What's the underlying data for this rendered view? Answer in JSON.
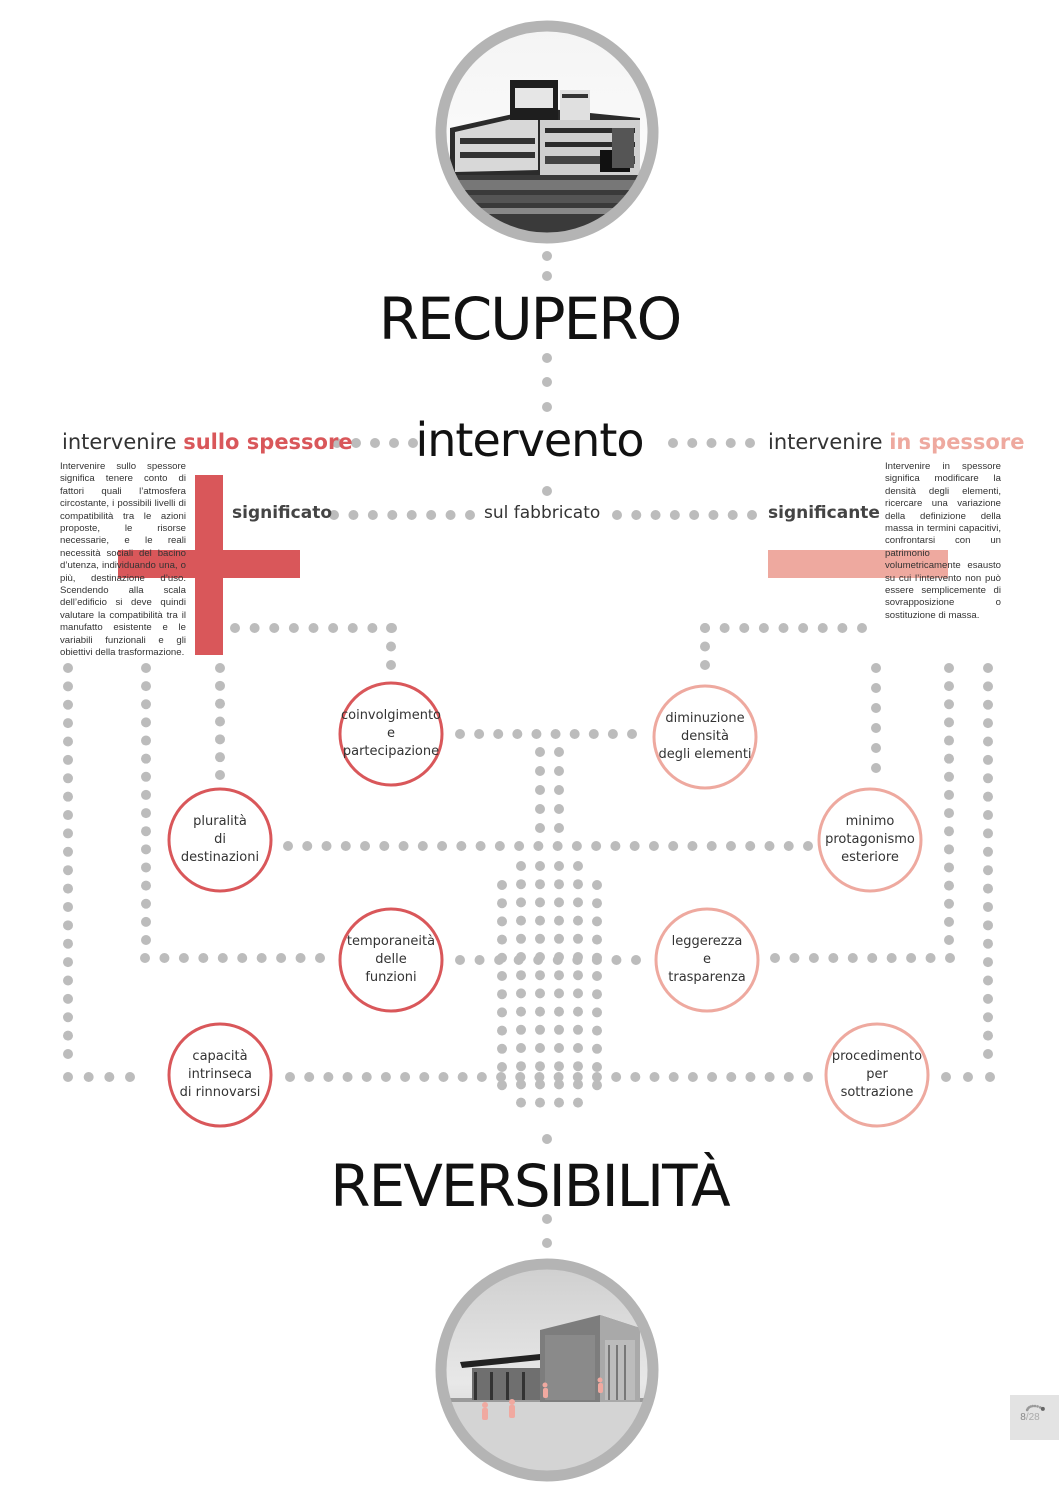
{
  "titles": {
    "recupero": "RECUPERO",
    "intervento": "intervento",
    "reversibilita": "REVERSIBILITÀ"
  },
  "left": {
    "heading_plain": "intervenire ",
    "heading_accent": "sullo spessore",
    "label": "significato",
    "text": "Intervenire sullo spessore significa tenere conto di fattori quali l’atmosfera circostante, i possibili livelli di compatibilità tra le azioni proposte, le risorse necessarie, e le reali necessità sociali del bacino d’utenza, individuando una, o più, destinazione d’uso. Scendendo alla scala dell’edificio si deve quindi valutare la compatibilità tra il manufatto esistente e le variabili funzionali e gli obiettivi della trasformazione.",
    "color": "#d9575a"
  },
  "center": {
    "label": "sul fabbricato"
  },
  "right": {
    "heading_plain": "intervenire ",
    "heading_accent": "in spessore",
    "label": "significante",
    "text": "Intervenire in spessore significa modificare la densità degli elementi, ricercare una variazione della definizione della massa in termini capacitivi, confrontarsi con un patrimonio volumetricamente esausto su cui l’intervento non può essere semplicemente di sovrapposizione o sostituzione di massa.",
    "color": "#eea99f"
  },
  "nodes_left": [
    {
      "lines": [
        "coinvolgimento",
        "e",
        "partecipazione"
      ]
    },
    {
      "lines": [
        "pluralità",
        "di",
        "destinazioni"
      ]
    },
    {
      "lines": [
        "temporaneità",
        "delle",
        "funzioni"
      ]
    },
    {
      "lines": [
        "capacità",
        "intrinseca",
        "di rinnovarsi"
      ]
    }
  ],
  "nodes_right": [
    {
      "lines": [
        "diminuzione",
        "densità",
        "degli elementi"
      ]
    },
    {
      "lines": [
        "minimo",
        "protagonismo",
        "esteriore"
      ]
    },
    {
      "lines": [
        "leggerezza",
        "e",
        "trasparenza"
      ]
    },
    {
      "lines": [
        "procedimento",
        "per",
        "sottrazione"
      ]
    }
  ],
  "page": {
    "current": "8",
    "total": "/28"
  },
  "colors": {
    "dot": "#bcbcbc",
    "ring": "#b4b4b4",
    "left_accent": "#d9575a",
    "right_accent": "#eea99f"
  }
}
